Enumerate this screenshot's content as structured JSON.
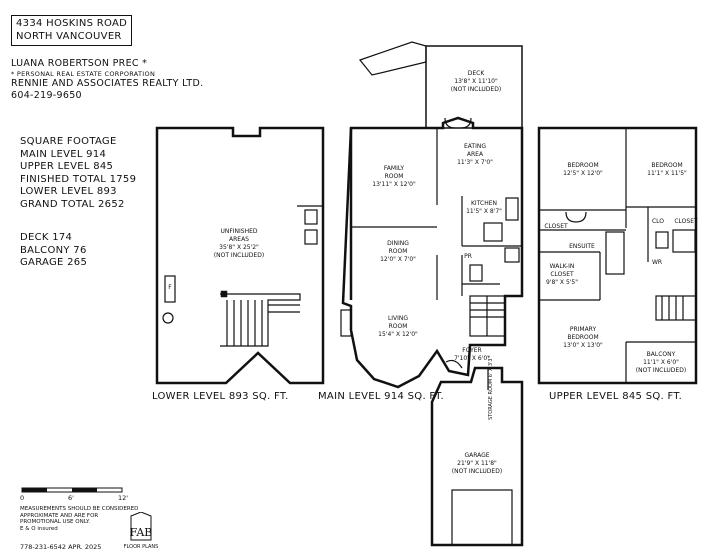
{
  "header": {
    "address_line1": "4334 HOSKINS ROAD",
    "address_line2": "NORTH VANCOUVER"
  },
  "agent": {
    "name": "LUANA ROBERTSON PREC *",
    "corp": "* PERSONAL REAL ESTATE CORPORATION",
    "brokerage": "RENNIE AND ASSOCIATES REALTY LTD.",
    "phone": "604-219-9650"
  },
  "square_footage": {
    "heading": "SQUARE FOOTAGE",
    "main": "MAIN LEVEL 914",
    "upper": "UPPER LEVEL 845",
    "finished": "FINISHED TOTAL 1759",
    "lower": "LOWER LEVEL 893",
    "grand": "GRAND TOTAL 2652"
  },
  "extras": {
    "deck": "DECK 174",
    "balcony": "BALCONY 76",
    "garage": "GARAGE 265"
  },
  "levels": {
    "lower": "LOWER LEVEL 893 SQ. FT.",
    "main": "MAIN LEVEL 914 SQ. FT.",
    "upper": "UPPER LEVEL 845 SQ. FT."
  },
  "rooms": {
    "unfinished": [
      "UNFINISHED",
      "AREAS",
      "35'8\" X 25'2\"",
      "(NOT INCLUDED)"
    ],
    "deck": [
      "DECK",
      "13'8\" X 11'10\"",
      "(NOT INCLUDED)"
    ],
    "eating": [
      "EATING",
      "AREA",
      "11'3\" X 7'0\""
    ],
    "family": [
      "FAMILY",
      "ROOM",
      "13'11\" X 12'0\""
    ],
    "kitchen": [
      "KITCHEN",
      "11'5\" X 8'7\""
    ],
    "dining": [
      "DINING",
      "ROOM",
      "12'0\" X 7'0\""
    ],
    "living": [
      "LIVING",
      "ROOM",
      "15'4\" X 12'0\""
    ],
    "pr": "PR",
    "foyer": [
      "FOYER",
      "7'10\" X 6'0\""
    ],
    "storage": [
      "STORAGE",
      "ROOM",
      "6' X 3'3\""
    ],
    "garage": [
      "GARAGE",
      "21'9\" X 11'8\"",
      "(NOT INCLUDED)"
    ],
    "bedroom1": [
      "BEDROOM",
      "12'5\" X 12'0\""
    ],
    "bedroom2": [
      "BEDROOM",
      "11'1\" X 11'5\""
    ],
    "closet1": "CLOSET",
    "closet2": "CLOSET",
    "closet3": "CLO",
    "ensuite": "ENSUITE",
    "walkin": [
      "WALK-IN",
      "CLOSET",
      "9'8\" X 5'5\""
    ],
    "primary": [
      "PRIMARY",
      "BEDROOM",
      "13'0\" X 13'0\""
    ],
    "wr": "WR",
    "balcony": [
      "BALCONY",
      "11'1\" X 6'0\"",
      "(NOT INCLUDED)"
    ],
    "f": "F"
  },
  "scale": {
    "s0": "0",
    "s6": "6'",
    "s12": "12'"
  },
  "disclaimer": [
    "MEASUREMENTS SHOULD BE CONSIDERED",
    "APPROXIMATE AND ARE FOR",
    "PROMOTIONAL USE ONLY.",
    "E & O insured"
  ],
  "footer_phone": "778-231-6542  APR. 2025",
  "logo": {
    "main": "FAB",
    "sub": "FLOOR PLANS"
  }
}
